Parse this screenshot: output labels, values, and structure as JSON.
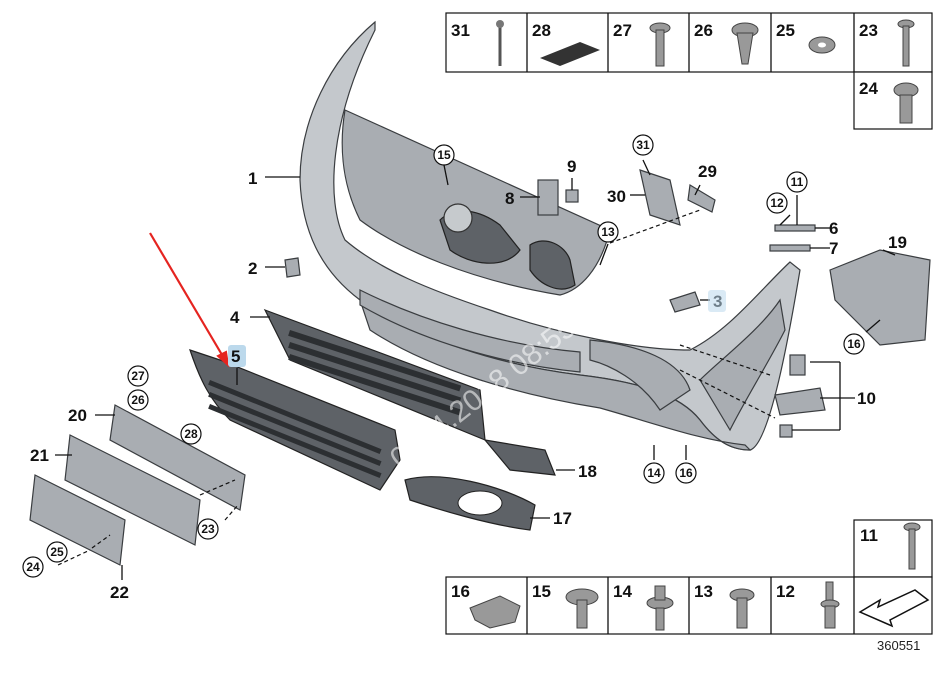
{
  "diagram": {
    "document_number": "360551",
    "watermark": "0904.2018 08:55:06",
    "callouts": {
      "c1": "1",
      "c2": "2",
      "c3": "3",
      "c4": "4",
      "c5": "5",
      "c6": "6",
      "c7": "7",
      "c8": "8",
      "c9": "9",
      "c10": "10",
      "c17": "17",
      "c18": "18",
      "c19": "19",
      "c20": "20",
      "c21": "21",
      "c22": "22",
      "c29": "29",
      "c30": "30"
    },
    "circled": {
      "c11": "11",
      "c12": "12",
      "c13": "13",
      "c14": "14",
      "c15": "15",
      "c16a": "16",
      "c16b": "16",
      "c23": "23",
      "c24": "24",
      "c25": "25",
      "c26": "26",
      "c27": "27",
      "c28": "28",
      "c31": "31"
    },
    "top_table": [
      "31",
      "28",
      "27",
      "26",
      "25",
      "23",
      "24"
    ],
    "bottom_table": [
      "16",
      "15",
      "14",
      "13",
      "12",
      "11"
    ],
    "highlight_color": "#bcd9ec",
    "arrow_color": "#e52420"
  }
}
